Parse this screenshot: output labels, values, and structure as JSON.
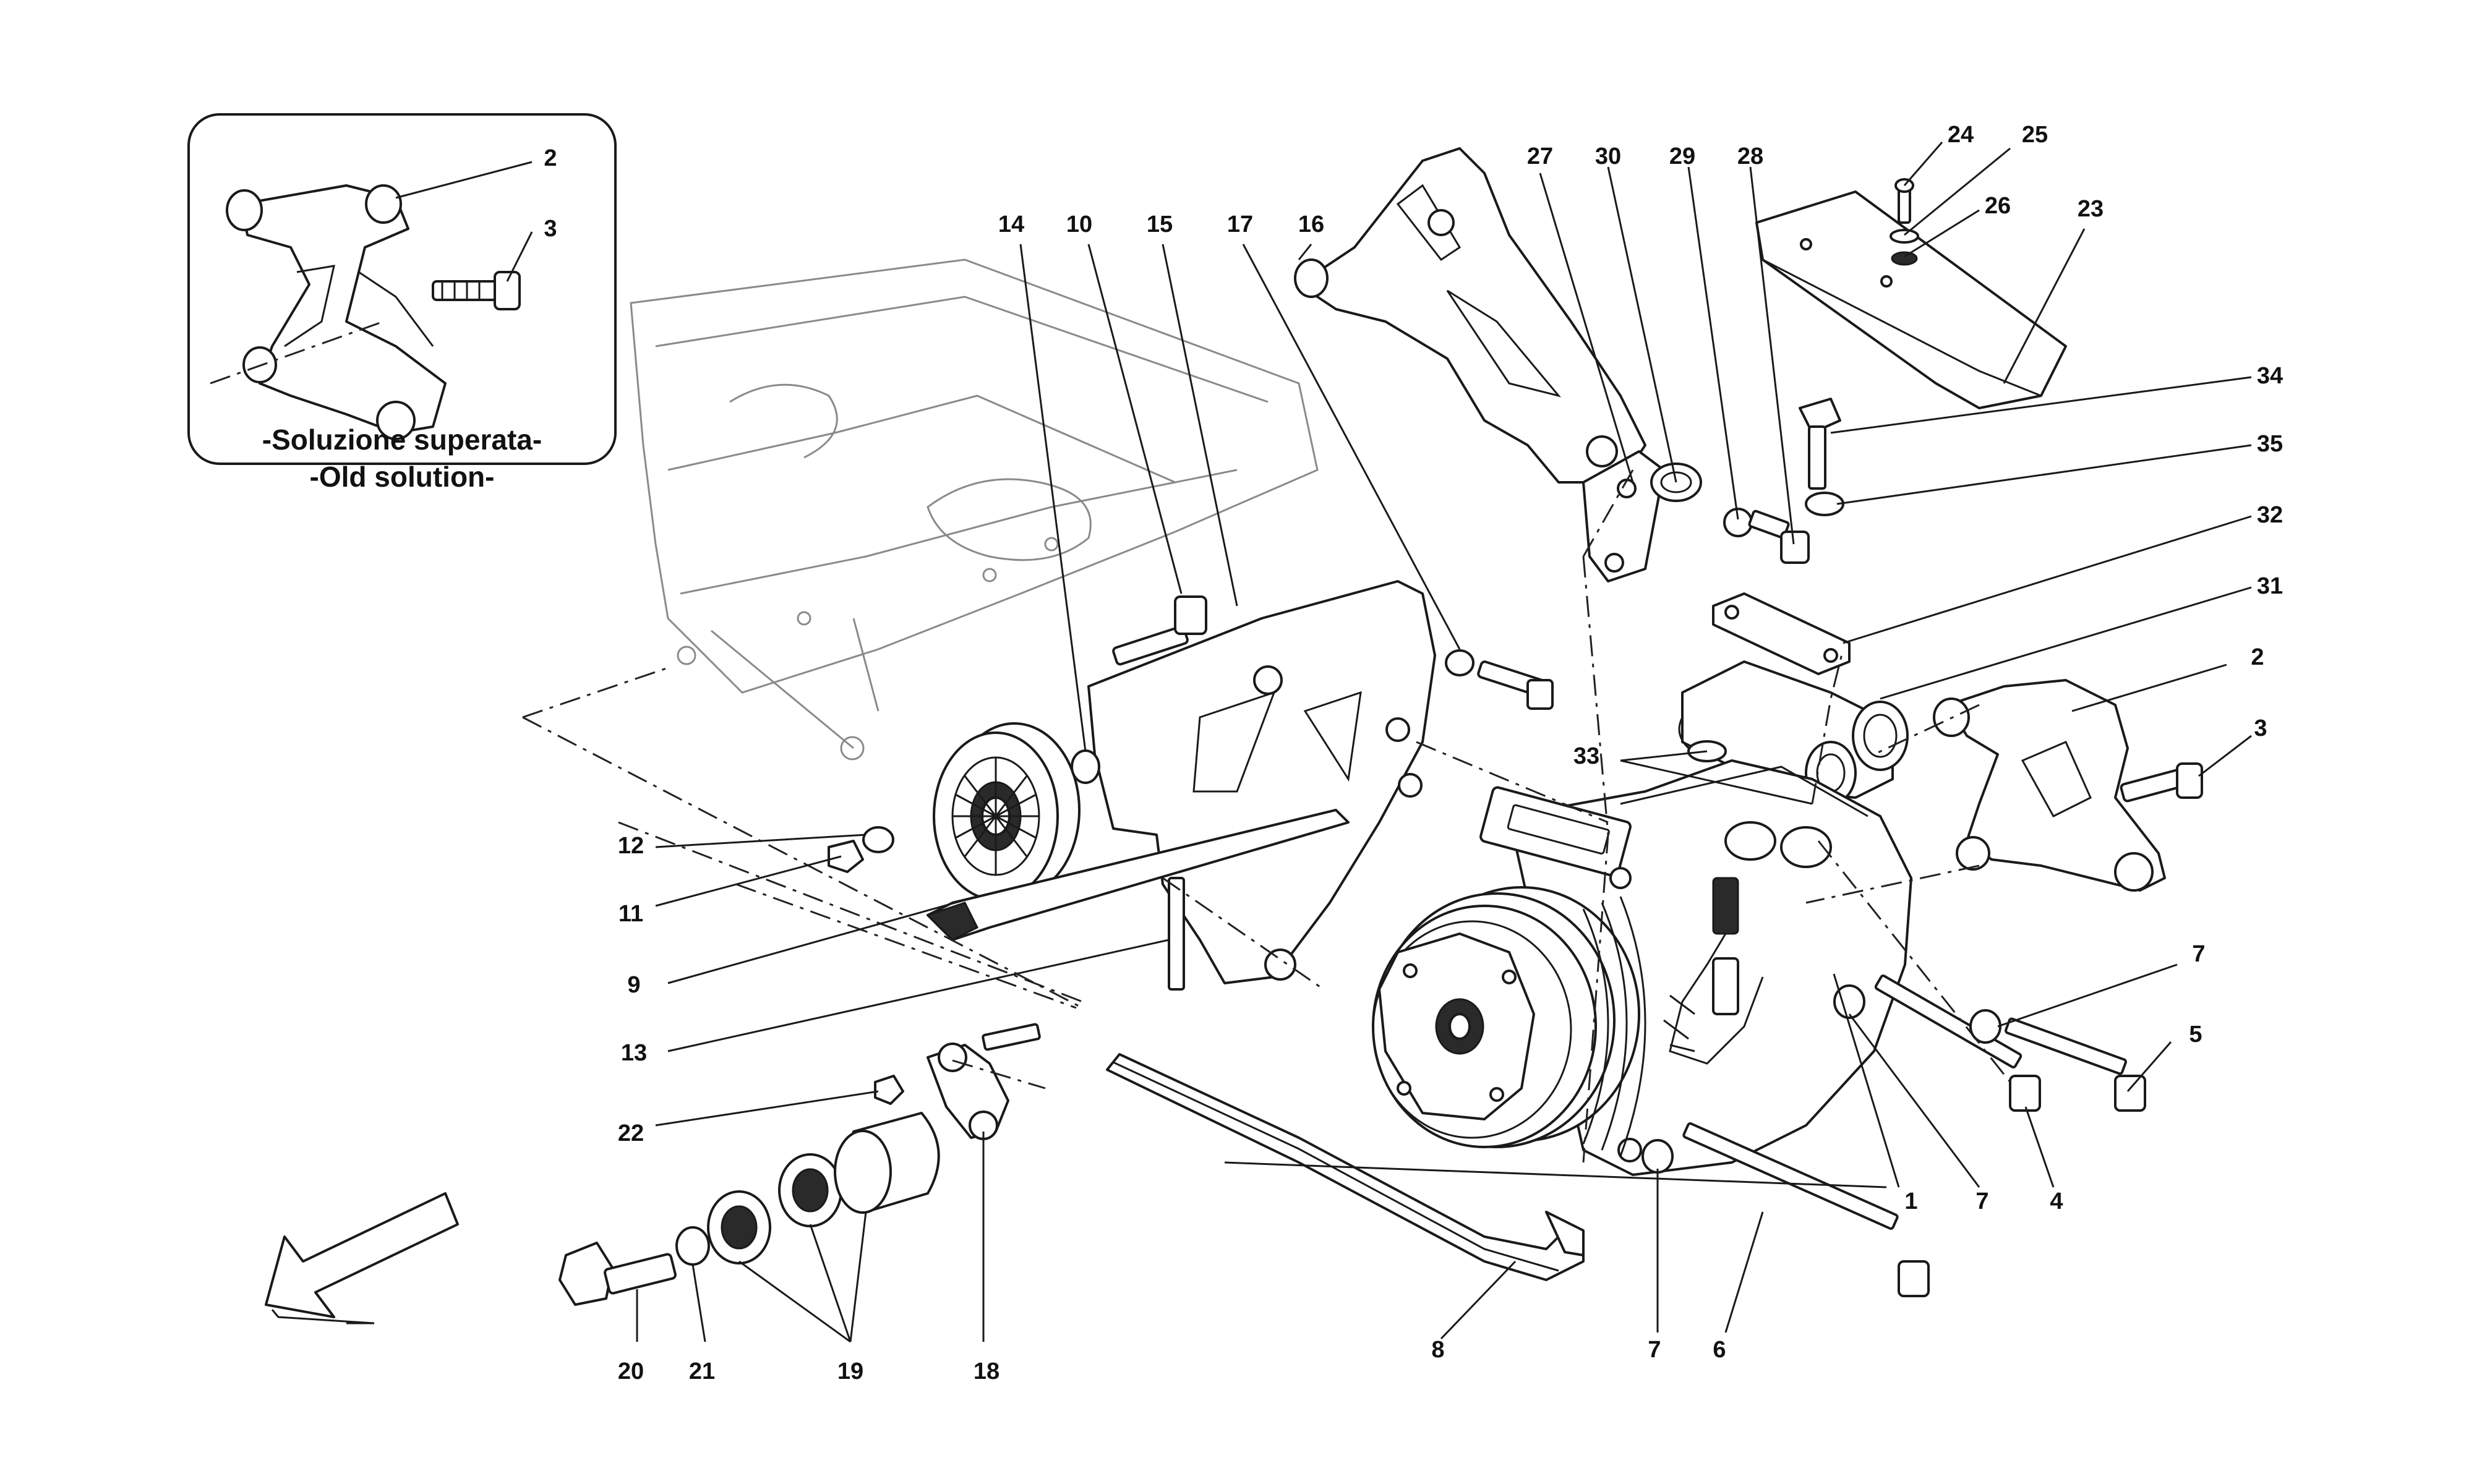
{
  "inset": {
    "caption_it": "-Soluzione superata-",
    "caption_en": "-Old solution-",
    "callouts": [
      "2",
      "3"
    ]
  },
  "callouts": {
    "c1": "1",
    "c2": "2",
    "c3": "3",
    "c4": "4",
    "c5": "5",
    "c6": "6",
    "c7a": "7",
    "c7b": "7",
    "c7c": "7",
    "c8": "8",
    "c9": "9",
    "c10": "10",
    "c11": "11",
    "c12": "12",
    "c13": "13",
    "c14": "14",
    "c15": "15",
    "c16": "16",
    "c17": "17",
    "c18": "18",
    "c19": "19",
    "c20": "20",
    "c21": "21",
    "c22": "22",
    "c23": "23",
    "c24": "24",
    "c25": "25",
    "c26": "26",
    "c27": "27",
    "c28": "28",
    "c29": "29",
    "c30": "30",
    "c31": "31",
    "c32": "32",
    "c33": "33",
    "c34": "34",
    "c35": "35"
  },
  "colors": {
    "line": "#1a1a1a",
    "background_part": "#8a8a8a",
    "paper": "#ffffff"
  },
  "icons": {
    "direction": "front-arrow-icon"
  }
}
